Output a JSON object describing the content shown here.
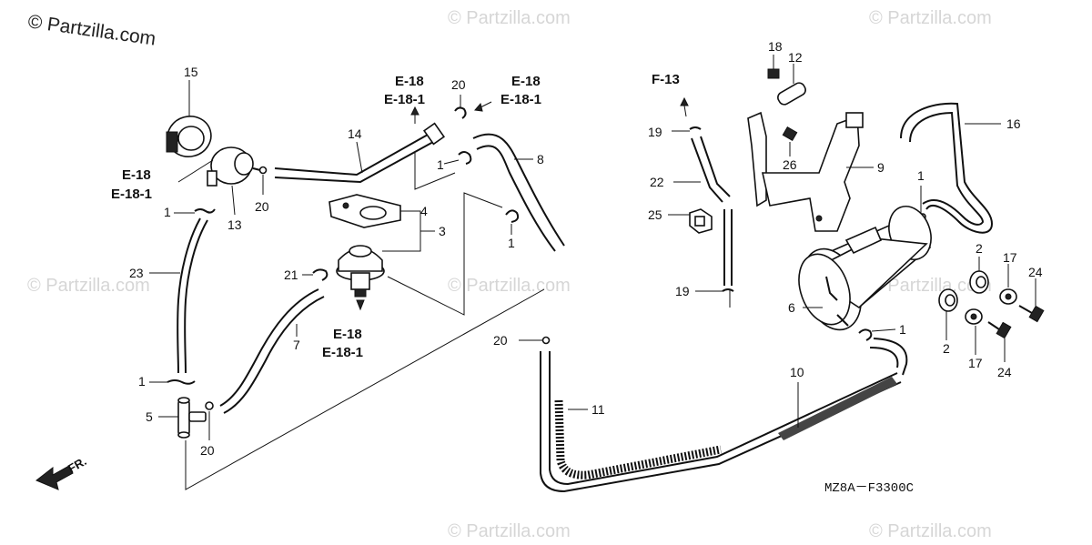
{
  "watermark": {
    "main": "© Partzilla.com",
    "faint": [
      "© Partzilla.com",
      "© Partzilla.com",
      "© Partzilla.com",
      "© Partzilla.com",
      "© Partzilla.com",
      "© Partzilla.com",
      "© Partzilla.com"
    ]
  },
  "callouts": {
    "c15": "15",
    "c13": "13",
    "c20a": "20",
    "c1a": "1",
    "c23": "23",
    "c1b": "1",
    "c5": "5",
    "c20b": "20",
    "c14": "14",
    "c20c": "20",
    "c1c": "1",
    "c8": "8",
    "c4": "4",
    "c3": "3",
    "c1d": "1",
    "c21": "21",
    "c7": "7",
    "c18": "18",
    "c12": "12",
    "c19a": "19",
    "c26": "26",
    "c9": "9",
    "c22": "22",
    "c25": "25",
    "c16": "16",
    "c1e": "1",
    "c19b": "19",
    "c6": "6",
    "c1f": "1",
    "c2a": "2",
    "c2b": "2",
    "c17a": "17",
    "c17b": "17",
    "c24a": "24",
    "c24b": "24",
    "c20d": "20",
    "c11": "11",
    "c10": "10"
  },
  "refs": {
    "r1_top": "E-18",
    "r1_bot": "E-18-1",
    "r2_top": "E-18",
    "r2_bot": "E-18-1",
    "r3_top": "E-18",
    "r3_bot": "E-18-1",
    "r4_top": "E-18",
    "r4_bot": "E-18-1",
    "f13": "F-13"
  },
  "front_label": "FR.",
  "diagram_code": "MZ8A－F3300C"
}
